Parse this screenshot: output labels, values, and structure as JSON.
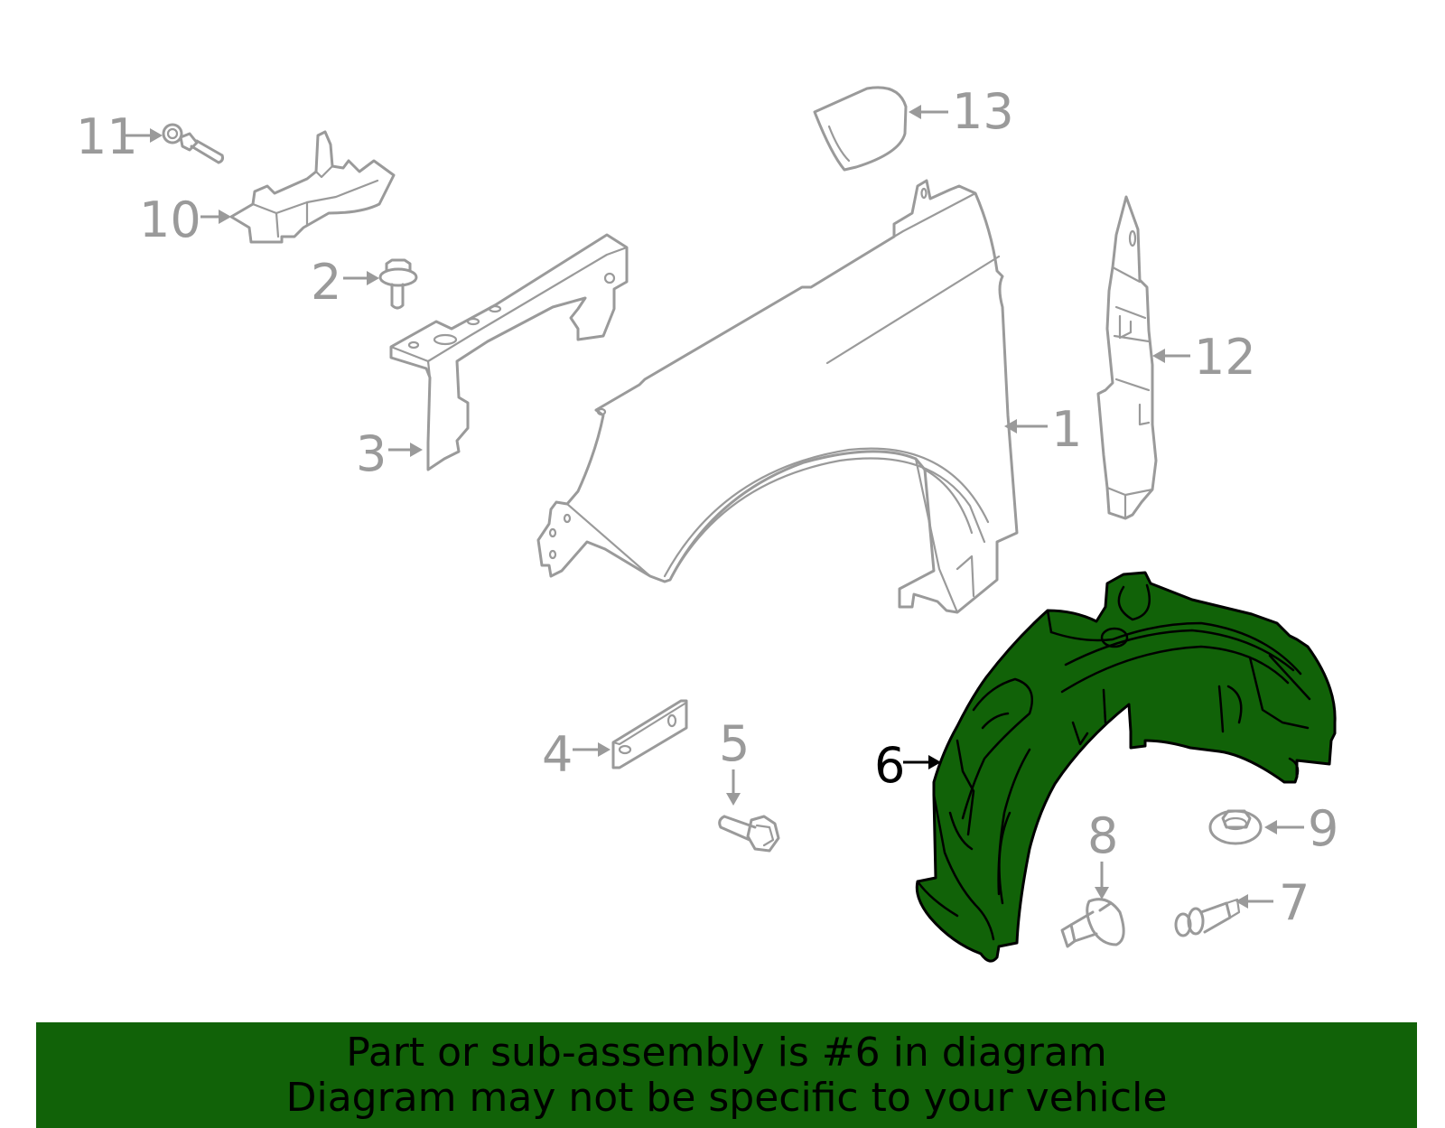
{
  "callouts": [
    {
      "num": "1"
    },
    {
      "num": "2"
    },
    {
      "num": "3"
    },
    {
      "num": "4"
    },
    {
      "num": "5"
    },
    {
      "num": "6"
    },
    {
      "num": "7"
    },
    {
      "num": "8"
    },
    {
      "num": "9"
    },
    {
      "num": "10"
    },
    {
      "num": "11"
    },
    {
      "num": "12"
    },
    {
      "num": "13"
    }
  ],
  "highlighted_part": "6",
  "colors": {
    "highlight": "#116208",
    "part_stroke": "#9a9a9a",
    "banner": "#116208"
  },
  "banner": {
    "line1": "Part or sub-assembly is #6 in diagram",
    "line2": "Diagram may not be specific to your vehicle"
  }
}
